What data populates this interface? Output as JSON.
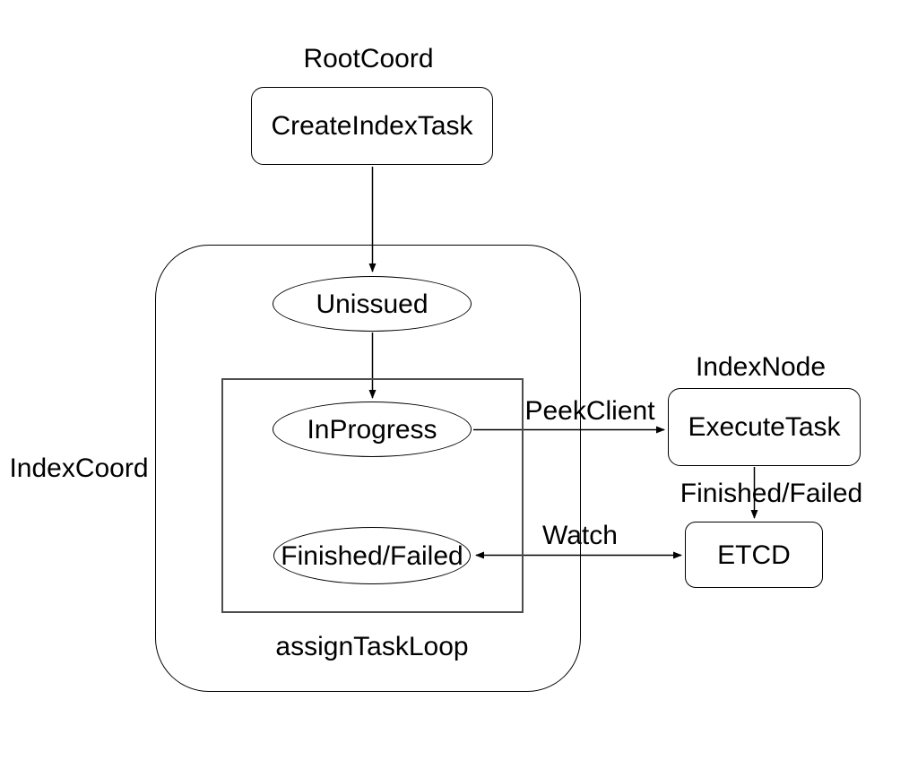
{
  "diagram": {
    "groups": {
      "root_coord": {
        "label": "RootCoord"
      },
      "index_coord": {
        "label": "IndexCoord"
      },
      "assign_task_loop": {
        "label": "assignTaskLoop"
      },
      "index_node": {
        "label": "IndexNode"
      }
    },
    "nodes": {
      "create_index_task": {
        "label": "CreateIndexTask",
        "shape": "rounded-rectangle"
      },
      "unissued": {
        "label": "Unissued",
        "shape": "ellipse"
      },
      "in_progress": {
        "label": "InProgress",
        "shape": "ellipse"
      },
      "finished_failed": {
        "label": "Finished/Failed",
        "shape": "ellipse"
      },
      "execute_task": {
        "label": "ExecuteTask",
        "shape": "rounded-rectangle"
      },
      "etcd": {
        "label": "ETCD",
        "shape": "rounded-rectangle"
      }
    },
    "edges": [
      {
        "from": "create_index_task",
        "to": "unissued",
        "label": "",
        "bidirectional": false
      },
      {
        "from": "unissued",
        "to": "in_progress",
        "label": "",
        "bidirectional": false
      },
      {
        "from": "in_progress",
        "to": "execute_task",
        "label": "PeekClient",
        "bidirectional": false
      },
      {
        "from": "execute_task",
        "to": "etcd",
        "label": "Finished/Failed",
        "bidirectional": false
      },
      {
        "from": "etcd",
        "to": "finished_failed",
        "label": "Watch",
        "bidirectional": true
      }
    ],
    "colors": {
      "background": "#ffffff",
      "stroke": "#000000",
      "inner_loop_stroke": "#4d4d4d",
      "text": "#000000"
    }
  }
}
